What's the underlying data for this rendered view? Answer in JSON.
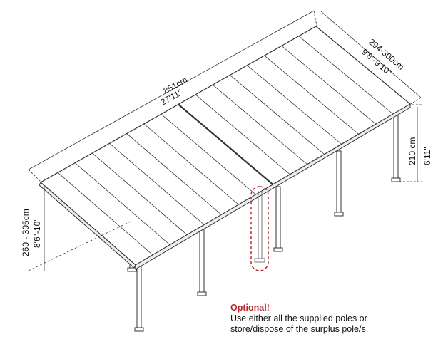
{
  "dimensions": {
    "length_cm": "851cm",
    "length_ft": "27'11\"",
    "width_cm": "294-300cm",
    "width_ft": "9'8\"-9'10\"",
    "back_height_cm": "210 cm",
    "back_height_ft": "6'11\"",
    "front_height_cm": "260 - 305cm",
    "front_height_ft": "8'6\"-10'"
  },
  "note": {
    "title": "Optional!",
    "line1": "Use either all the supplied poles or",
    "line2": "store/dispose of the surplus pole/s."
  },
  "colors": {
    "accent": "#b3262d",
    "line": "#333333"
  }
}
